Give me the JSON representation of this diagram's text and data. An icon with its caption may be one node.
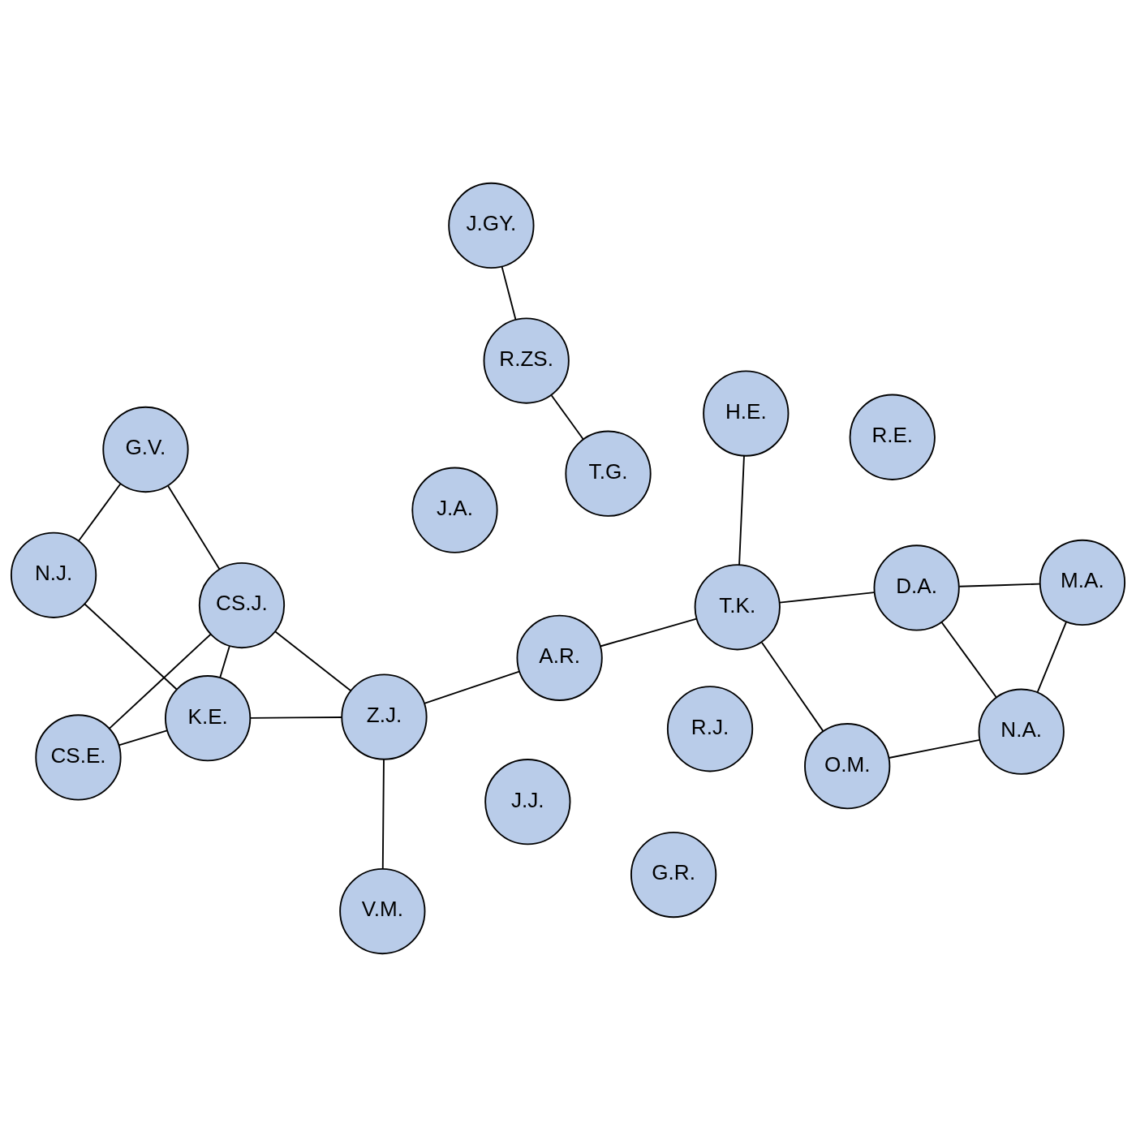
{
  "diagram": {
    "nodes": [
      {
        "text": [
          "R.J."
        ]
      },
      {
        "text": [
          "CS.J."
        ]
      },
      {
        "text": [
          "CS.E."
        ]
      },
      {
        "text": [
          "J.A."
        ]
      },
      {
        "text": [
          "D.A."
        ]
      },
      {
        "text": [
          "K.E."
        ]
      },
      {
        "text": [
          "J.GY."
        ]
      },
      {
        "text": [
          "G.V."
        ]
      },
      {
        "text": [
          "R.ZS."
        ]
      },
      {
        "text": [
          "Z.J."
        ]
      },
      {
        "text": [
          "M.A."
        ]
      },
      {
        "text": [
          "T.G."
        ]
      },
      {
        "text": [
          "N.J."
        ]
      },
      {
        "text": [
          "O.M."
        ]
      },
      {
        "text": [
          "N.A."
        ]
      },
      {
        "text": [
          "V.M."
        ]
      },
      {
        "text": [
          "H.E."
        ]
      },
      {
        "text": [
          "T.K."
        ]
      },
      {
        "text": [
          "A.R."
        ]
      },
      {
        "text": [
          "J.J."
        ]
      },
      {
        "text": [
          "G.R."
        ]
      },
      {
        "text": [
          "R.E."
        ]
      }
    ],
    "edges": [
      {
        "from": 1,
        "to": 2,
        "arrow": "none"
      },
      {
        "from": 1,
        "to": 5,
        "arrow": "none"
      },
      {
        "from": 1,
        "to": 9,
        "arrow": "none"
      },
      {
        "from": 1,
        "to": 7,
        "arrow": "none"
      },
      {
        "from": 2,
        "to": 5,
        "arrow": "none"
      },
      {
        "from": 5,
        "to": 9,
        "arrow": "none"
      },
      {
        "from": 5,
        "to": 12,
        "arrow": "none"
      },
      {
        "from": 7,
        "to": 12,
        "arrow": "none"
      },
      {
        "from": 9,
        "to": 15,
        "arrow": "none"
      },
      {
        "from": 9,
        "to": 18,
        "arrow": "none"
      },
      {
        "from": 4,
        "to": 10,
        "arrow": "none"
      },
      {
        "from": 4,
        "to": 14,
        "arrow": "none"
      },
      {
        "from": 4,
        "to": 17,
        "arrow": "none"
      },
      {
        "from": 10,
        "to": 14,
        "arrow": "none"
      },
      {
        "from": 13,
        "to": 14,
        "arrow": "none"
      },
      {
        "from": 13,
        "to": 17,
        "arrow": "none"
      },
      {
        "from": 16,
        "to": 17,
        "arrow": "none"
      },
      {
        "from": 18,
        "to": 17,
        "arrow": "none"
      },
      {
        "from": 6,
        "to": 8,
        "arrow": "none"
      },
      {
        "from": 11,
        "to": 8,
        "arrow": "none"
      }
    ]
  }
}
